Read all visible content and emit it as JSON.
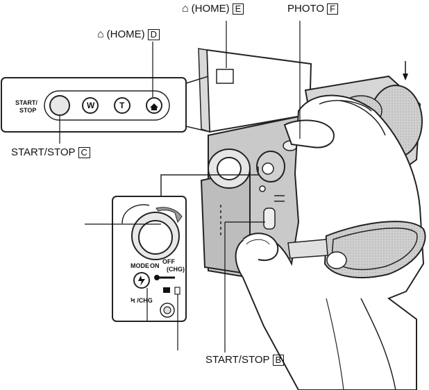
{
  "labels": {
    "home_e": {
      "text": "(HOME)",
      "letter": "E"
    },
    "photo_f": {
      "text": "PHOTO",
      "letter": "F"
    },
    "home_d": {
      "text": "(HOME)",
      "letter": "D"
    },
    "startstop_c": {
      "text": "START/STOP",
      "letter": "C"
    },
    "startstop_b": {
      "text": "START/STOP",
      "letter": "B"
    }
  },
  "panel": {
    "startstop_line1": "START/",
    "startstop_line2": "STOP",
    "wide_button": "W",
    "tele_button": "T"
  },
  "dial": {
    "mode": "MODE",
    "on": "ON",
    "off": "OFF",
    "chg_paren": "(CHG)",
    "flash_chg": "Ϟ /CHG"
  },
  "icons": {
    "home": "home-icon",
    "arrow": "down-arrow-icon"
  }
}
